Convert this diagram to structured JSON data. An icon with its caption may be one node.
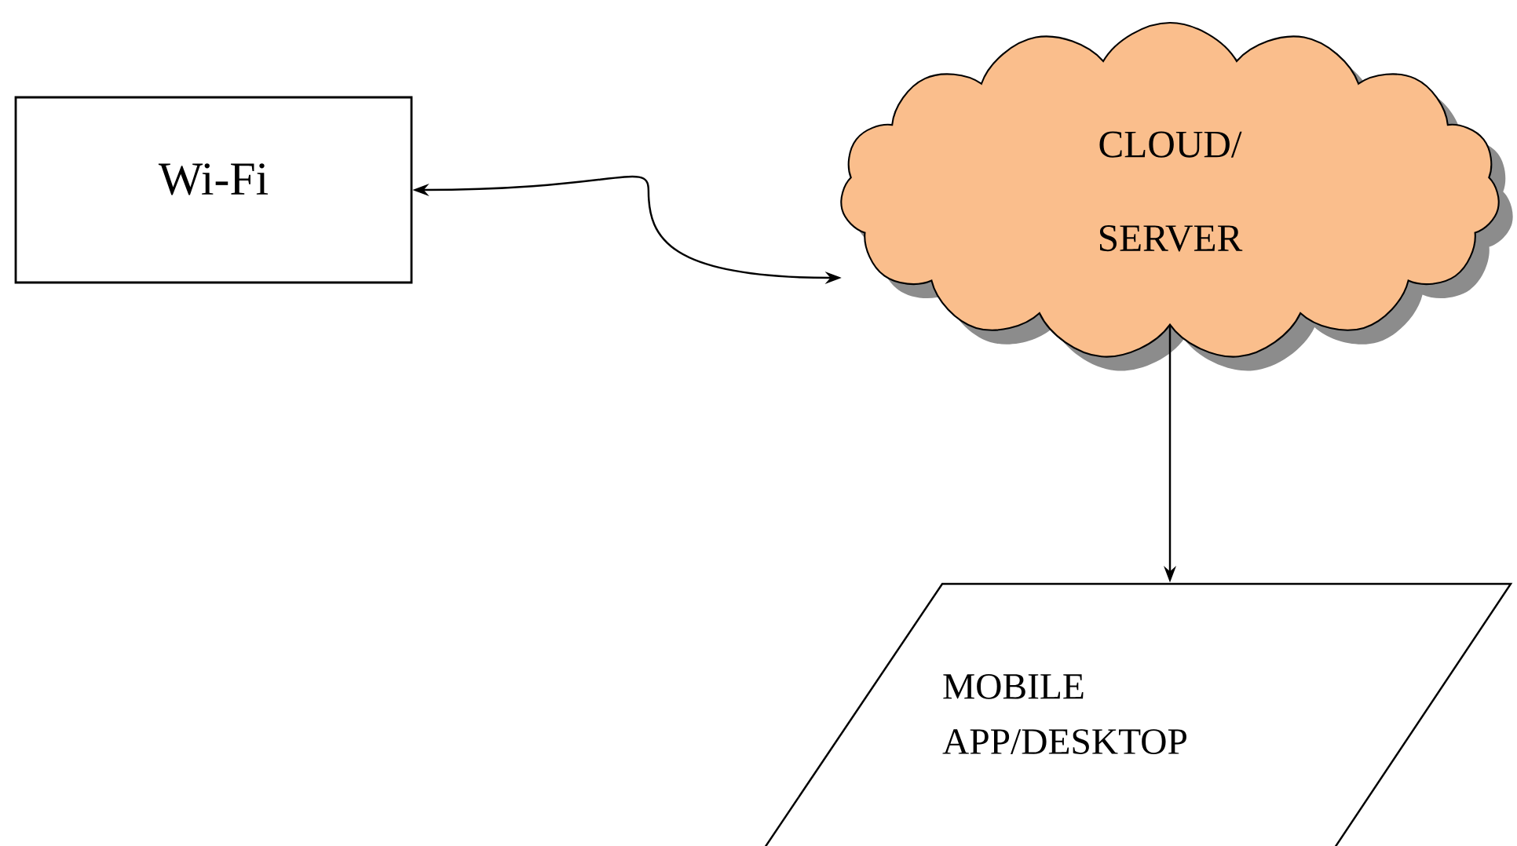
{
  "diagram": {
    "nodes": [
      {
        "text": [
          "Wi-Fi"
        ]
      },
      {
        "text": [
          "CLOUD/ SERVER"
        ]
      },
      {
        "text": [
          "MOBILE APP/DESKTOP"
        ]
      }
    ],
    "edges": [
      {
        "from": 0,
        "to": 1,
        "arrow": "both"
      },
      {
        "from": 1,
        "to": 2,
        "arrow": "to"
      }
    ]
  }
}
